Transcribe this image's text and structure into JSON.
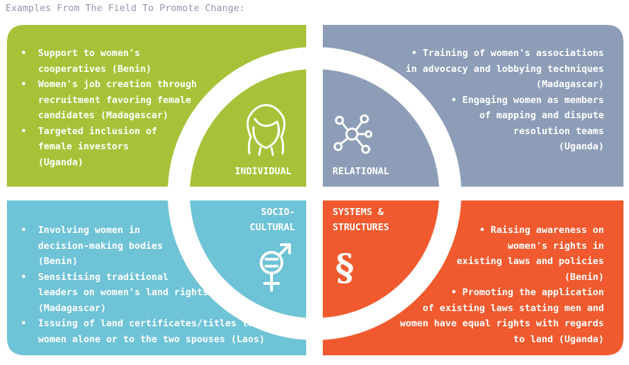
{
  "title": "Examples From The Field To Promote Change:",
  "colors": {
    "individual": "#a7c238",
    "relational": "#8d9db7",
    "socio_cultural": "#6fc3d6",
    "systems": "#f15a2e",
    "ring": "#ffffff"
  },
  "quadrants": {
    "individual": {
      "label": "INDIVIDUAL",
      "icon": "woman-face-icon",
      "items": [
        [
          "Support to women's",
          "cooperatives (Benin)"
        ],
        [
          "Women's job creation through",
          "recruitment favoring female",
          "candidates (Madagascar)"
        ],
        [
          "Targeted inclusion of",
          "female investors",
          "(Uganda)"
        ]
      ]
    },
    "relational": {
      "label": "RELATIONAL",
      "icon": "network-nodes-icon",
      "items": [
        [
          "• Training of women's associations",
          "in advocacy and lobbying techniques",
          "(Madagascar)"
        ],
        [
          "• Engaging women as members",
          "of mapping and dispute",
          "resolution teams",
          "(Uganda)"
        ]
      ]
    },
    "socio_cultural": {
      "label_lines": [
        "SOCIO-",
        "CULTURAL"
      ],
      "icon": "gender-equality-icon",
      "items": [
        [
          "Involving women in",
          "decision-making bodies",
          "(Benin)"
        ],
        [
          "Sensitising traditional",
          "leaders on women's land rights",
          "(Madagascar)"
        ],
        [
          "Issuing of land certificates/titles to",
          "women alone or to the two spouses (Laos)"
        ]
      ]
    },
    "systems": {
      "label_lines": [
        "SYSTEMS &",
        "STRUCTURES"
      ],
      "icon": "section-sign-icon",
      "items": [
        [
          "• Raising awareness on",
          "women's rights in",
          "existing laws and policies",
          "(Benin)"
        ],
        [
          "• Promoting the application",
          "of existing laws stating men and",
          "women have equal rights with regards",
          "to land (Uganda)"
        ]
      ]
    }
  }
}
